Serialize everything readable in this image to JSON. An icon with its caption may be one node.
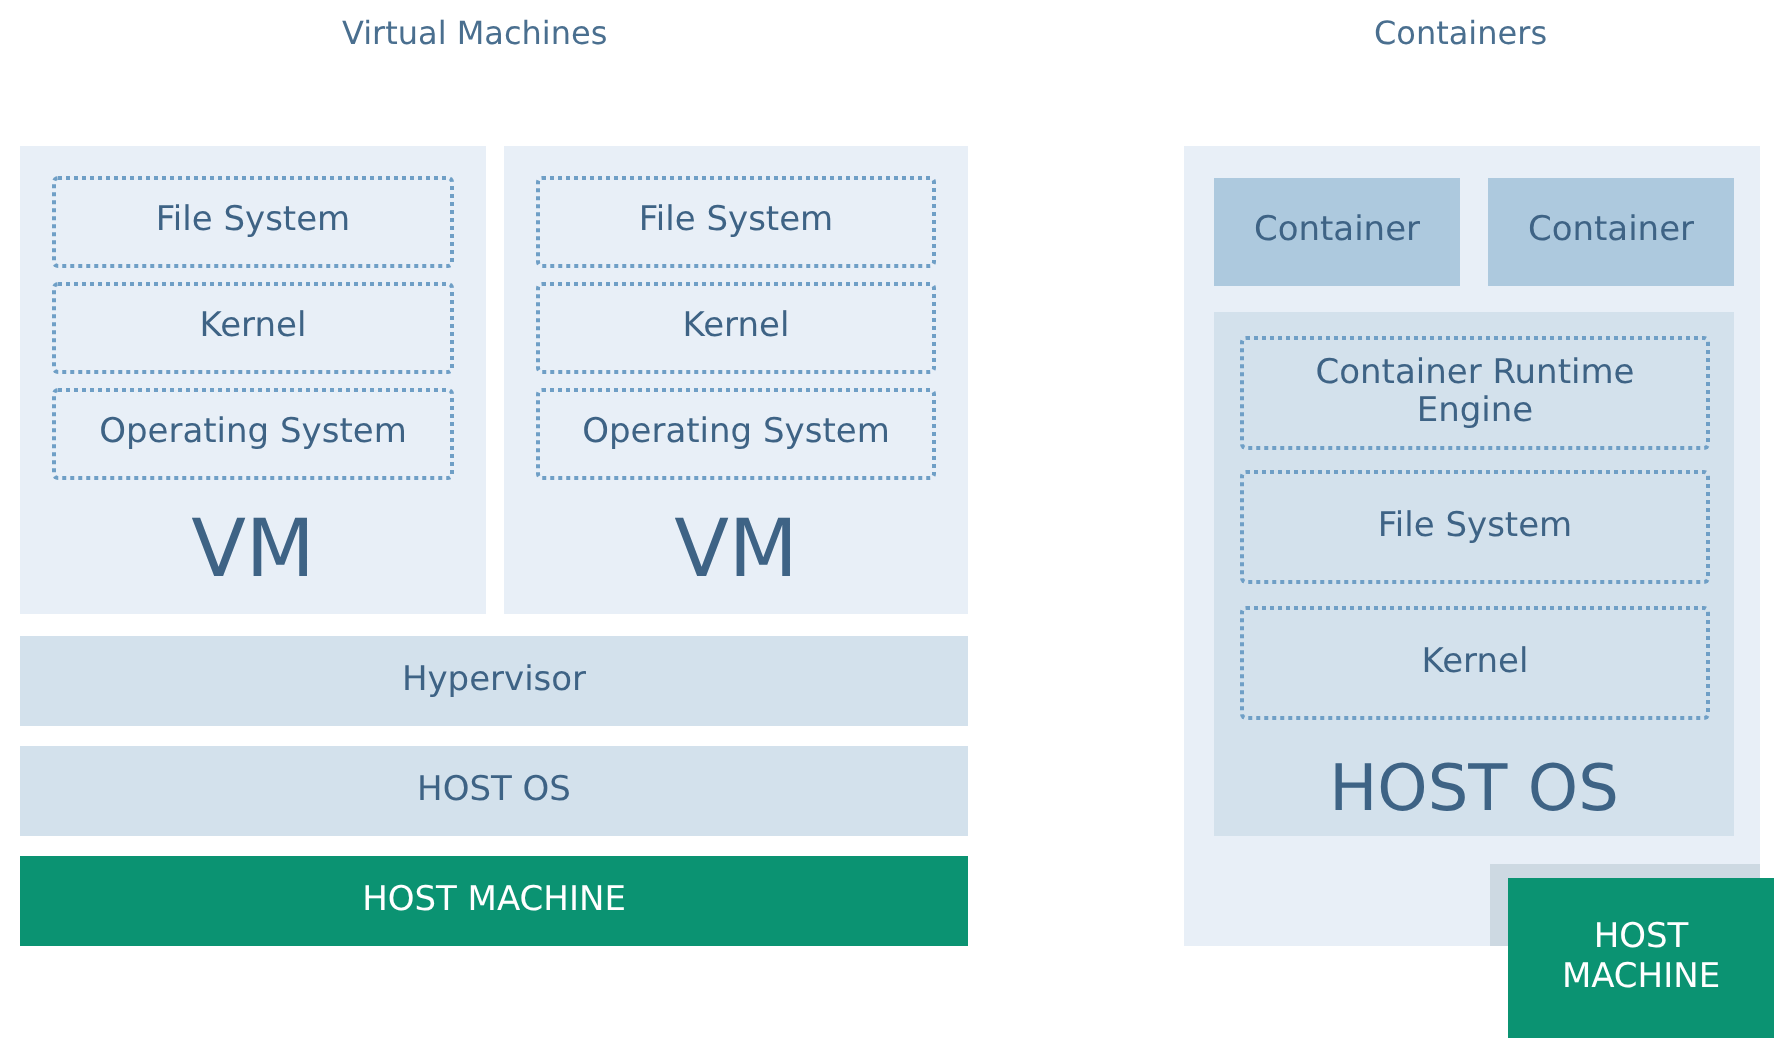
{
  "diagram": {
    "nodes": [
      {
        "text": [
          "VM"
        ]
      },
      {
        "text": [
          "File System"
        ],
        "in": 0
      },
      {
        "text": [
          "Kernel"
        ],
        "in": 0
      },
      {
        "text": [
          "Operating System"
        ],
        "in": 0
      },
      {
        "text": [
          "VM"
        ]
      },
      {
        "text": [
          "File System"
        ],
        "in": 4
      },
      {
        "text": [
          "Kernel"
        ],
        "in": 4
      },
      {
        "text": [
          "Operating System"
        ],
        "in": 4
      },
      {
        "text": [
          "Hypervisor"
        ]
      },
      {
        "text": [
          "HOST OS"
        ]
      },
      {
        "text": [
          "HOST MACHINE"
        ]
      },
      {
        "text": [],
        "shape": "box"
      },
      {
        "text": [
          "Container"
        ],
        "in": 11
      },
      {
        "text": [
          "Container"
        ],
        "in": 11
      },
      {
        "text": [
          "HOST OS"
        ],
        "in": 11
      },
      {
        "text": [
          "Container Runtime Engine"
        ],
        "in": 14
      },
      {
        "text": [
          "File System"
        ],
        "in": 14
      },
      {
        "text": [
          "Kernel"
        ],
        "in": 14
      },
      {
        "text": [
          "HOST MACHINE"
        ]
      }
    ],
    "edges": [],
    "labels": [
      "Virtual Machines",
      "Containers"
    ]
  }
}
